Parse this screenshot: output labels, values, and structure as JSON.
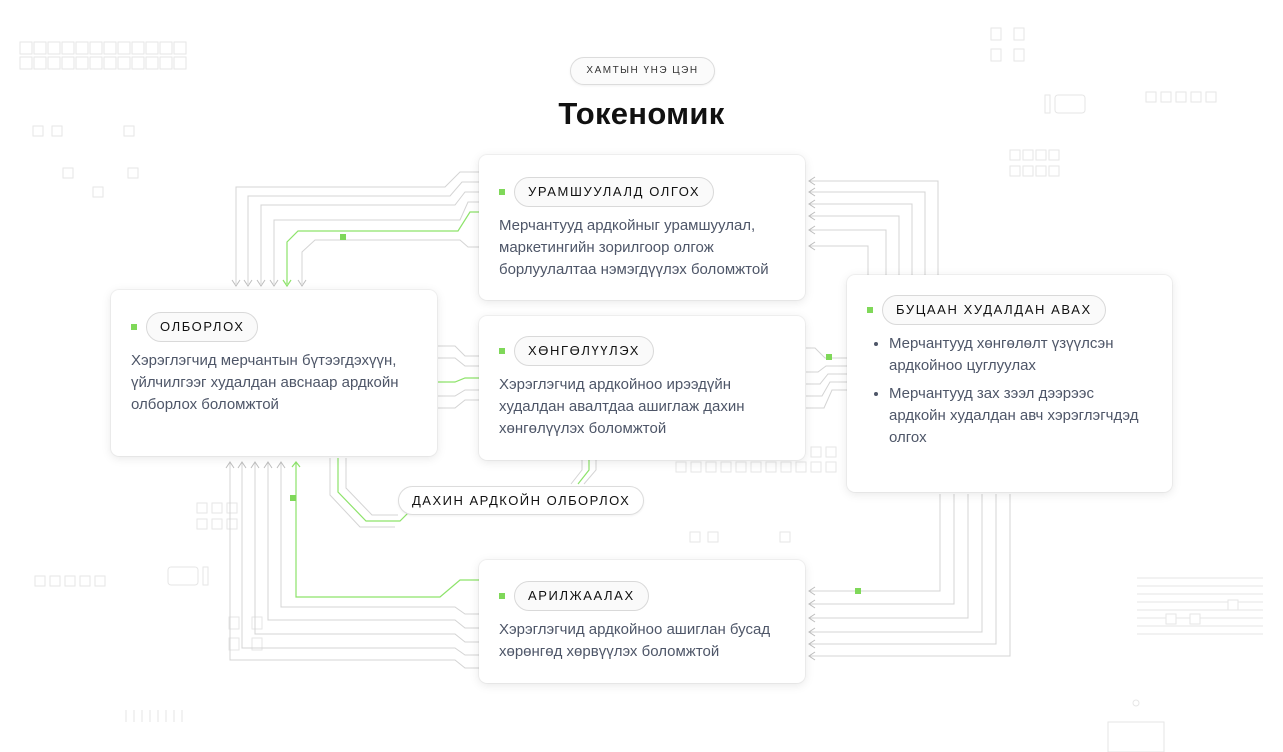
{
  "header": {
    "eyebrow": "ХАМТЫН ҮНЭ ЦЭН",
    "title": "Токеномик"
  },
  "cards": {
    "incentives": {
      "tag": "УРАМШУУЛАЛД ОЛГОХ",
      "desc": "Мерчантууд ардкойныг урамшуулал, маркетингийн зорилгоор олгож борлуулалтаа нэмэгдүүлэх боломжтой"
    },
    "mining": {
      "tag": "ОЛБОРЛОХ",
      "desc": "Хэрэглэгчид мерчантын бүтээгдэхүүн, үйлчилгээг худалдан авснаар ардкойн олборлох боломжтой"
    },
    "discount": {
      "tag": "ХӨНГӨЛҮҮЛЭХ",
      "desc": "Хэрэглэгчид ардкойноо ирээдүйн худалдан авалтдаа ашиглаж дахин хөнгөлүүлэх боломжтой"
    },
    "buyback": {
      "tag": "БУЦААН ХУДАЛДАН АВАХ",
      "bullets": [
        "Мерчантууд хөнгөлөлт үзүүлсэн ардкойноо цуглуулах",
        "Мерчантууд зах зээл дээрээс ардкойн худалдан авч хэрэглэгчдэд олгох"
      ]
    },
    "trading": {
      "tag": "АРИЛЖААЛАХ",
      "desc": "Хэрэглэгчид ардкойноо ашиглан бусад хөрөнгөд хөрвүүлэх боломжтой"
    }
  },
  "remining": {
    "label": "ДАХИН АРДКОЙН ОЛБОРЛОХ"
  },
  "colors": {
    "accent": "#7fd859",
    "connector": "#d4d4d4",
    "text": "#4e5668"
  }
}
